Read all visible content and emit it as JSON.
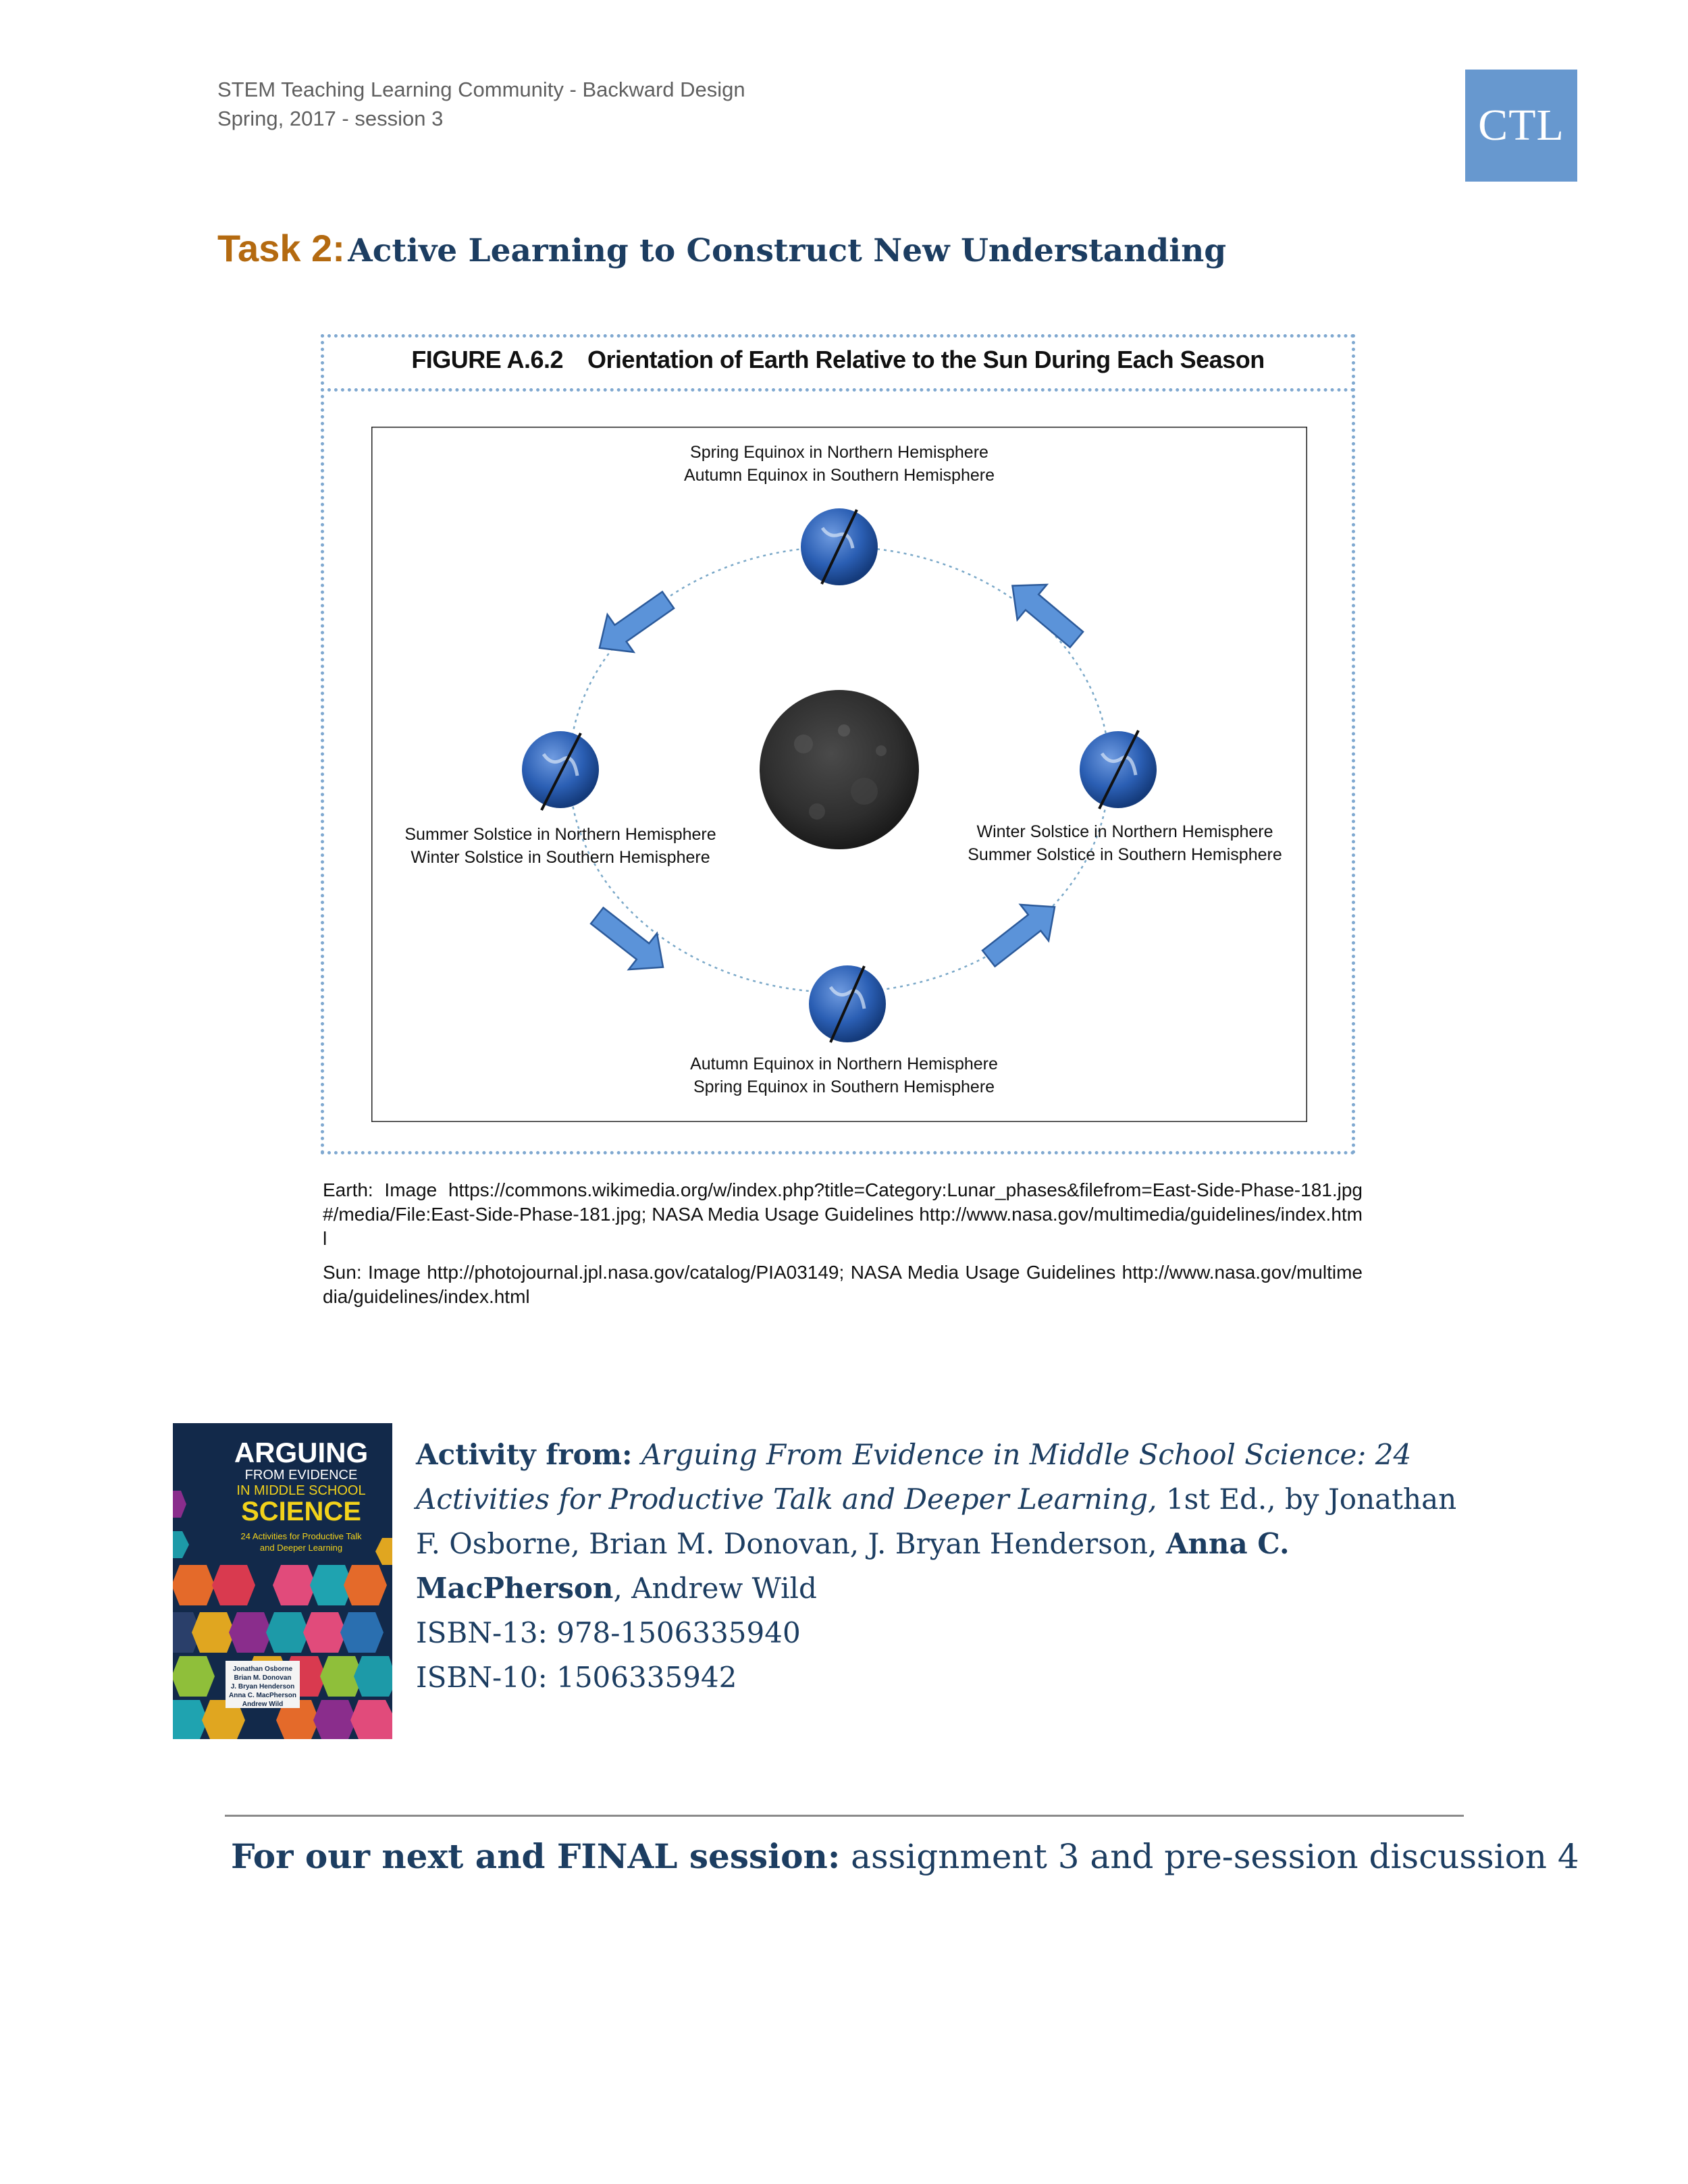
{
  "header": {
    "line1": "STEM Teaching Learning Community - Backward Design",
    "line2": "Spring, 2017 - session 3",
    "logo_text": "CTL",
    "logo_color": "#6798cf"
  },
  "task": {
    "label": "Task 2:",
    "title": "Active Learning to Construct New Understanding"
  },
  "figure": {
    "number": "FIGURE A.6.2",
    "title": "Orientation of Earth Relative to the Sun During Each Season",
    "seasons": {
      "top": [
        "Spring Equinox in Northern Hemisphere",
        "Autumn Equinox in Southern Hemisphere"
      ],
      "left": [
        "Summer Solstice in Northern Hemisphere",
        "Winter Solstice in Southern Hemisphere"
      ],
      "right": [
        "Winter Solstice in Northern Hemisphere",
        "Summer Solstice in Southern Hemisphere"
      ],
      "bottom": [
        "Autumn Equinox in Northern Hemisphere",
        "Spring Equinox in Southern Hemisphere"
      ]
    },
    "colors": {
      "arrow": "#5b93d9",
      "earth": "#2b5fb4",
      "sun": "#2e2e2e"
    }
  },
  "credits": {
    "earth": "Earth: Image https://commons.wikimedia.org/w/index.php?title=Category:Lunar_phases&filefrom=East-Side-Phase-181.jpg#/media/File:East-Side-Phase-181.jpg; NASA Media Usage Guidelines http://www.nasa.gov/multimedia/guidelines/index.html",
    "sun": "Sun: Image http://photojournal.jpl.nasa.gov/catalog/PIA03149; NASA Media Usage Guidelines http://www.nasa.gov/multimedia/guidelines/index.html"
  },
  "book": {
    "cover": {
      "title_line1": "ARGUING",
      "title_line2": "FROM EVIDENCE",
      "title_line3": "IN MIDDLE SCHOOL",
      "title_line4": "SCIENCE",
      "subtitle_line1": "24 Activities for Productive Talk",
      "subtitle_line2": "and Deeper Learning",
      "authors": [
        "Jonathan Osborne",
        "Brian M. Donovan",
        "J. Bryan Henderson",
        "Anna C. MacPherson",
        "Andrew Wild"
      ]
    },
    "activity_label": "Activity from:",
    "title": "Arguing From Evidence in Middle School Science: 24 Activities for Productive Talk and Deeper Learning,",
    "edition_by": " 1st Ed., by Jonathan F. Osborne, Brian M. Donovan, J. Bryan Henderson, ",
    "highlight_author": "Anna C. MacPherson",
    "last_author": ", Andrew Wild",
    "isbn13": "ISBN-13: 978-1506335940",
    "isbn10": "ISBN-10: 1506335942"
  },
  "next_session": {
    "label": "For our next and FINAL session:",
    "text": " assignment 3 and pre-session discussion 4"
  }
}
